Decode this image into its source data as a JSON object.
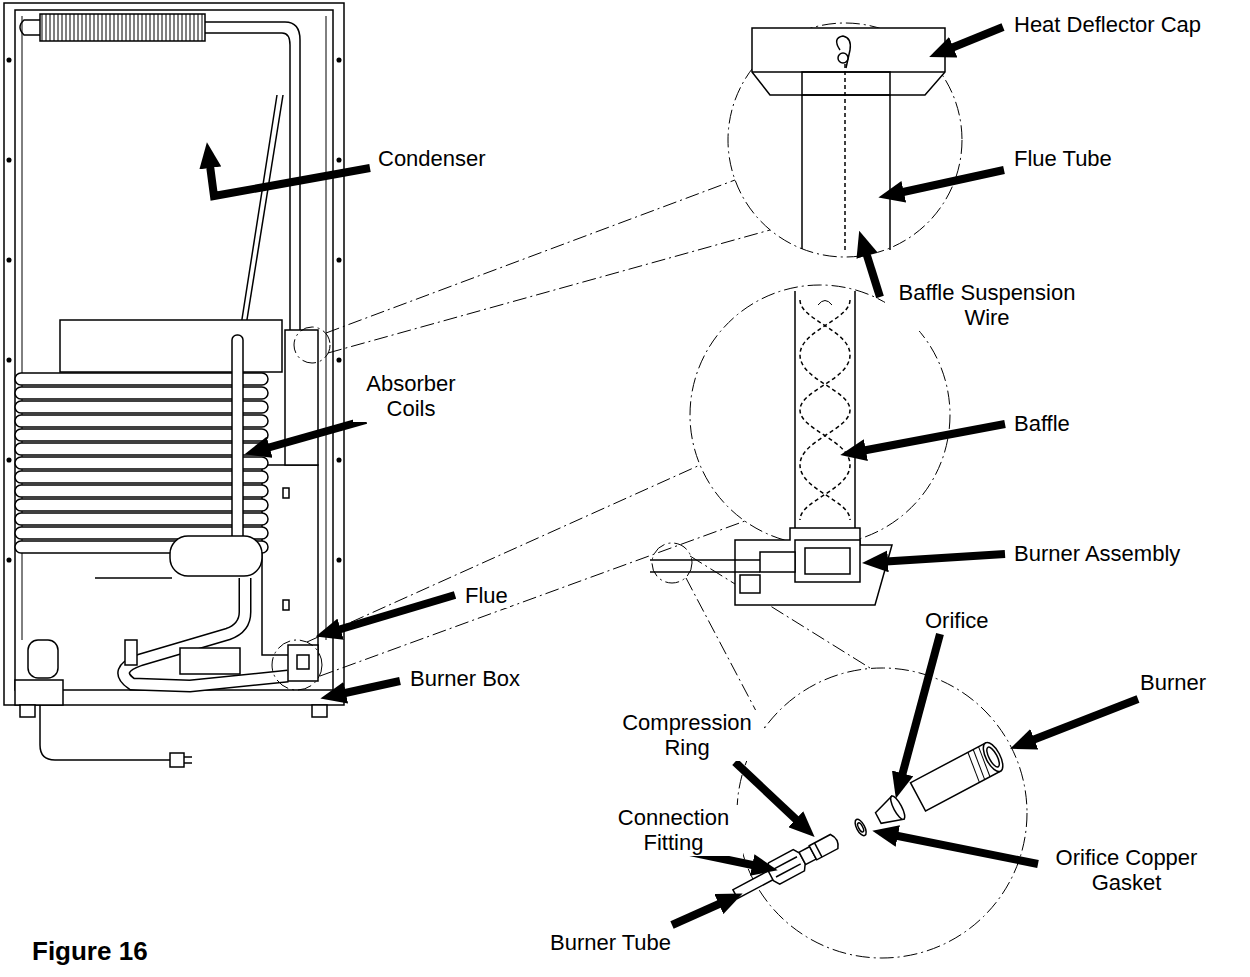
{
  "diagram": {
    "caption": "Figure 16",
    "labels": [
      "Heat Deflector Cap",
      "Condenser",
      "Flue Tube",
      "Baffle Suspension Wire",
      "Absorber Coils",
      "Baffle",
      "Burner Assembly",
      "Flue",
      "Orifice",
      "Burner Box",
      "Burner",
      "Compression Ring",
      "Connection Fitting",
      "Orifice Copper Gasket",
      "Burner Tube"
    ]
  }
}
